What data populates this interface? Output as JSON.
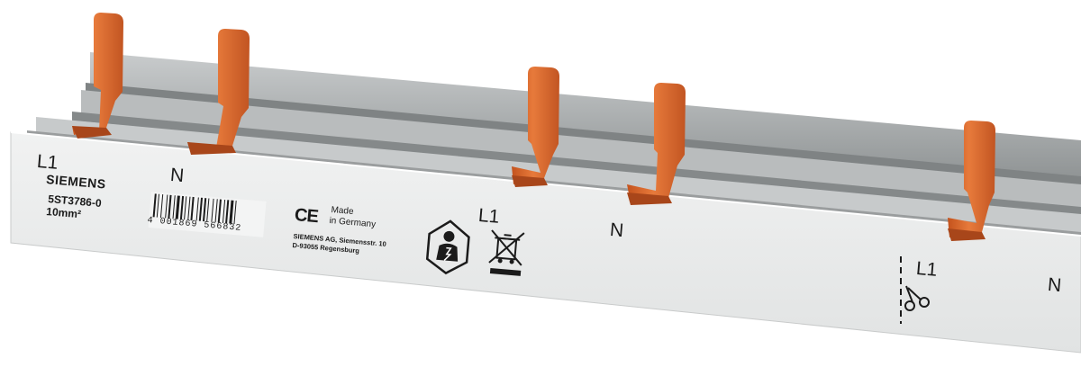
{
  "product": {
    "brand": "SIEMENS",
    "article_number": "5ST3786-0",
    "cross_section": "10mm²",
    "barcode_digits": "4 001869 566832",
    "ce_mark": "CE",
    "made_in": "Made",
    "made_in_2": "in Germany",
    "manufacturer_line1": "SIEMENS AG, Siemensstr. 10",
    "manufacturer_line2": "D-93055 Regensburg"
  },
  "phase_labels": {
    "l1_first": "L1",
    "n_first": "N",
    "l1_second": "L1",
    "n_second": "N",
    "l1_third": "L1",
    "n_third": "N"
  },
  "icons": [
    "electrician-symbol-icon",
    "weee-crossed-bin-icon",
    "scissors-cut-icon",
    "barcode-icon"
  ],
  "colors": {
    "pin": "#d9672b",
    "pin_dark": "#b24a17",
    "housing": "#e8eaea",
    "rail": "#a9acad"
  }
}
